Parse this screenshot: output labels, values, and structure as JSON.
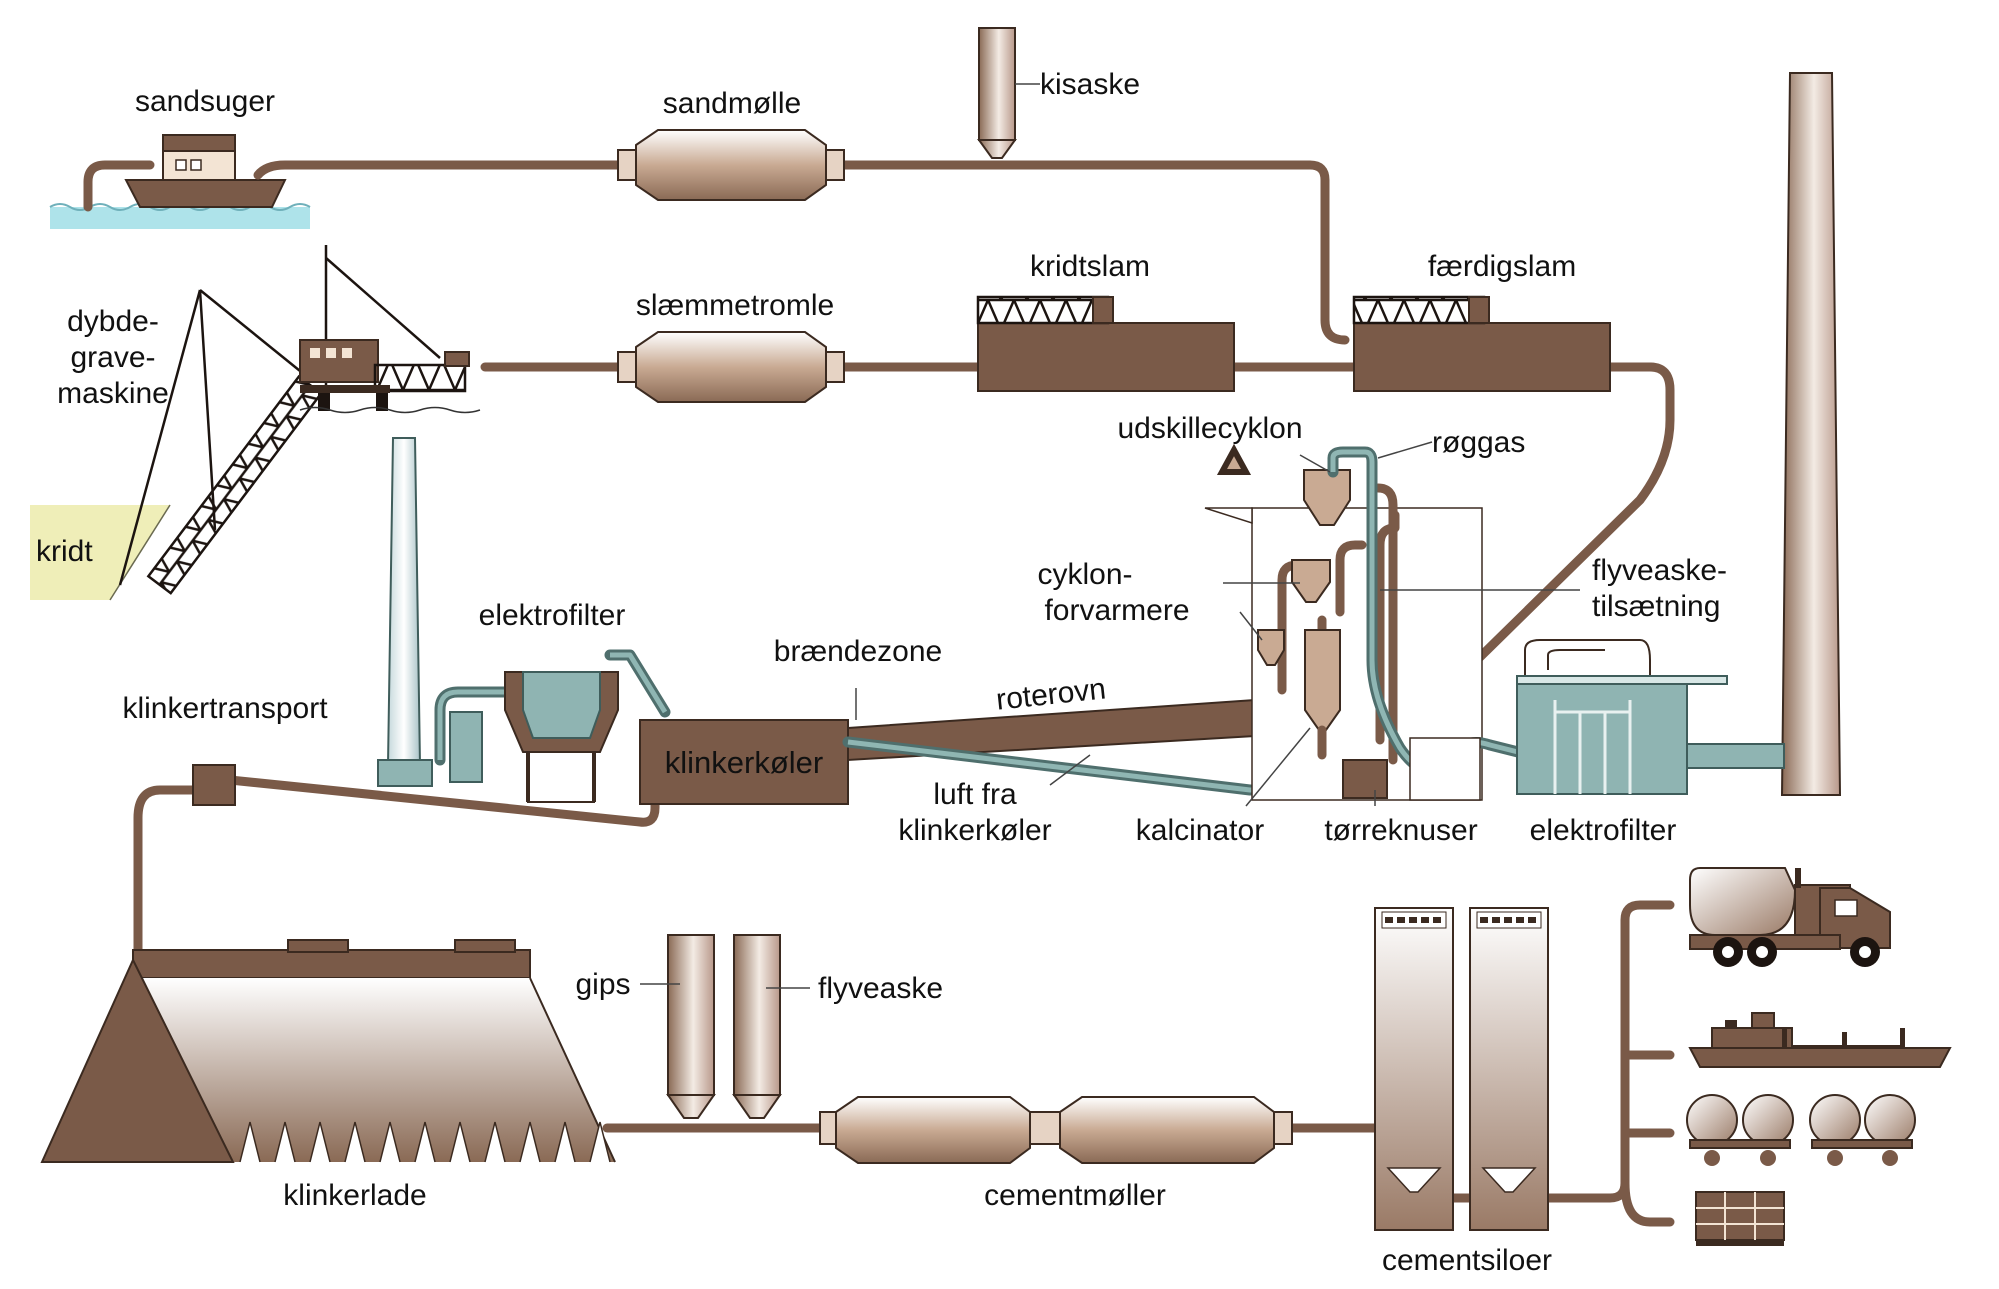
{
  "colors": {
    "brown": "#7a5a48",
    "tan": "#c9aa93",
    "teal": "#8fb4b2",
    "water": "#aee3ea",
    "chalk": "#efeeb8"
  },
  "labels": {
    "sandsuger": "sandsuger",
    "sandmolle": "sandmølle",
    "kisaske": "kisaske",
    "dybdegravemaskine_1": "dybde-",
    "dybdegravemaskine_2": "grave-",
    "dybdegravemaskine_3": "maskine",
    "kridt": "kridt",
    "slammetromle": "slæmmetromle",
    "kridtslam": "kridtslam",
    "fardigslam": "færdigslam",
    "udskillecyklon": "udskillecyklon",
    "roggas": "røggas",
    "cyklonforvarmere_1": "cyklon-",
    "cyklonforvarmere_2": "forvarmere",
    "flyveasketilsatning_1": "flyveaske-",
    "flyveasketilsatning_2": "tilsætning",
    "elektrofilter_left": "elektrofilter",
    "braendezone": "brændezone",
    "roterovn": "roterovn",
    "klinkertransport": "klinkertransport",
    "klinkerkoler": "klinkerkøler",
    "luft_fra_1": "luft fra",
    "luft_fra_2": "klinkerkøler",
    "kalcinator": "kalcinator",
    "torreknuser": "tørreknuser",
    "elektrofilter_right": "elektrofilter",
    "gips": "gips",
    "flyveaske": "flyveaske",
    "klinkerlade": "klinkerlade",
    "cementmoller": "cementmøller",
    "cementsiloer": "cementsiloer"
  }
}
